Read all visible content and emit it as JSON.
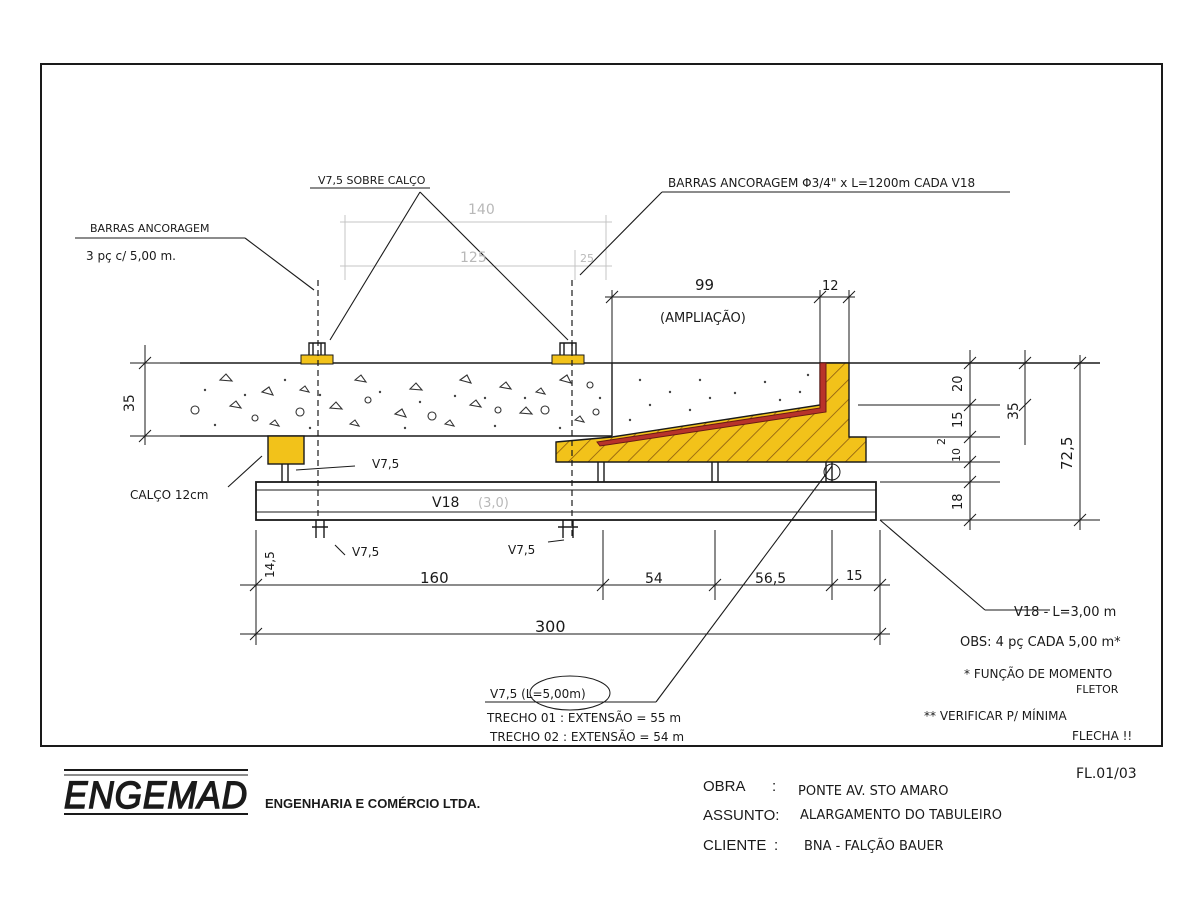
{
  "sheet_number": "FL.01/03",
  "company": {
    "logo": "ENGEMAD",
    "name": "ENGENHARIA E COMÉRCIO LTDA."
  },
  "title_block": {
    "obra_label": "OBRA",
    "obra_value": "PONTE AV. STO AMARO",
    "assunto_label": "ASSUNTO:",
    "assunto_value": "ALARGAMENTO DO TABULEIRO",
    "cliente_label": "CLIENTE",
    "cliente_value": "BNA - FALÇÃO BAUER",
    "sep": ":"
  },
  "callouts": {
    "v75_sobre_calco": "V7,5 SOBRE CALÇO",
    "barras_top": "BARRAS ANCORAGEM Φ3/4\" x L=1200m CADA V18",
    "barras_left_1": "BARRAS ANCORAGEM",
    "barras_left_2": "3 pç c/ 5,00 m.",
    "v75_right": "V7,5",
    "calco": "CALÇO 12cm",
    "v75_bot_left": "V7,5",
    "v75_bot_mid": "V7,5",
    "v18_beam": "V18",
    "v18_beam_note": "(3,0)",
    "v18_length": "V18 - L=3,00 m",
    "v75_length": "V7,5 (L=5,00m)"
  },
  "dimensions": {
    "ampliacao_len": "99",
    "ampliacao_label": "(AMPLIAÇÃO)",
    "d12": "12",
    "d35_left": "35",
    "d20": "20",
    "d15": "15",
    "d35_right": "35",
    "d725": "72,5",
    "d2": "2",
    "d10": "10",
    "d18": "18",
    "d145": "14,5",
    "d160": "160",
    "d54": "54",
    "d565": "56,5",
    "d15_bot": "15",
    "d300": "300",
    "faint_140": "140",
    "faint_125": "125",
    "faint_25": "25"
  },
  "notes": {
    "obs": "OBS: 4 pç CADA 5,00 m*",
    "funcao_1": "* FUNÇÃO DE MOMENTO",
    "funcao_2": "FLETOR",
    "verificar_1": "** VERIFICAR P/ MÍNIMA",
    "verificar_2": "FLECHA !!",
    "trecho_01": "TRECHO 01 : EXTENSÃO = 55 m",
    "trecho_02": "TRECHO 02 : EXTENSÃO = 54 m"
  },
  "colors": {
    "ink": "#1a1a1a",
    "timber": "#f2c21a",
    "timber_hatch": "#8a5a10",
    "steel_plate": "#b8332a",
    "faint": "#b8b8b8"
  }
}
